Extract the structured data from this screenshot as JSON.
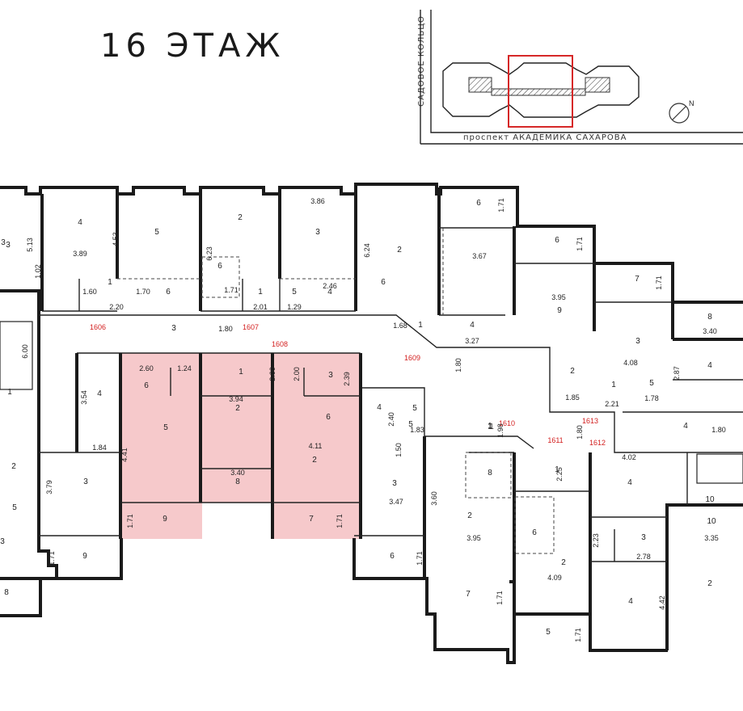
{
  "floor": {
    "title": "16 ЭТАЖ"
  },
  "site": {
    "street_ring": "САДОВОЕ КОЛЬЦО",
    "street_avenue": "проспект АКАДЕМИКА САХАРОВА",
    "north_label": "N",
    "highlight_color": "#d62828"
  },
  "selected_unit": {
    "id": "1608",
    "fill": "#f6c9cb"
  },
  "apartments": [
    {
      "id": "1606",
      "label": "1606"
    },
    {
      "id": "1607",
      "label": "1607"
    },
    {
      "id": "1608",
      "label": "1608"
    },
    {
      "id": "1609",
      "label": "1609"
    },
    {
      "id": "1610",
      "label": "1610"
    },
    {
      "id": "1611",
      "label": "1611"
    },
    {
      "id": "1612",
      "label": "1612"
    },
    {
      "id": "1613",
      "label": "1613"
    }
  ],
  "room_numbers": [
    {
      "t": "3"
    },
    {
      "t": "4"
    },
    {
      "t": "5"
    },
    {
      "t": "2"
    },
    {
      "t": "3"
    },
    {
      "t": "2"
    },
    {
      "t": "6"
    },
    {
      "t": "1"
    },
    {
      "t": "6"
    },
    {
      "t": "6"
    },
    {
      "t": "1"
    },
    {
      "t": "5"
    },
    {
      "t": "4"
    },
    {
      "t": "6"
    },
    {
      "t": "1"
    },
    {
      "t": "3"
    },
    {
      "t": "4"
    },
    {
      "t": "5"
    },
    {
      "t": "6"
    },
    {
      "t": "7"
    },
    {
      "t": "8"
    },
    {
      "t": "9"
    },
    {
      "t": "3"
    },
    {
      "t": "4"
    },
    {
      "t": "2"
    },
    {
      "t": "1"
    },
    {
      "t": "5"
    },
    {
      "t": "1"
    },
    {
      "t": "3"
    },
    {
      "t": "4"
    },
    {
      "t": "6"
    },
    {
      "t": "5"
    },
    {
      "t": "1"
    },
    {
      "t": "3"
    },
    {
      "t": "10"
    },
    {
      "t": "4"
    },
    {
      "t": "2"
    },
    {
      "t": "8"
    },
    {
      "t": "9"
    },
    {
      "t": "7"
    },
    {
      "t": "4"
    },
    {
      "t": "5"
    },
    {
      "t": "3"
    },
    {
      "t": "1"
    },
    {
      "t": "8"
    },
    {
      "t": "2"
    },
    {
      "t": "6"
    },
    {
      "t": "7"
    },
    {
      "t": "1"
    },
    {
      "t": "4"
    },
    {
      "t": "1"
    },
    {
      "t": "2"
    },
    {
      "t": "3"
    },
    {
      "t": "6"
    },
    {
      "t": "5"
    },
    {
      "t": "10"
    },
    {
      "t": "2"
    },
    {
      "t": "4"
    },
    {
      "t": "2"
    },
    {
      "t": "3"
    },
    {
      "t": "9"
    },
    {
      "t": "5"
    },
    {
      "t": "8"
    },
    {
      "t": "1"
    },
    {
      "t": "3"
    },
    {
      "t": "2"
    },
    {
      "t": "6"
    }
  ],
  "dimensions": [
    {
      "t": "5.13"
    },
    {
      "t": "3.89"
    },
    {
      "t": "4.53"
    },
    {
      "t": "1.02"
    },
    {
      "t": "1.60"
    },
    {
      "t": "1.70"
    },
    {
      "t": "2.20"
    },
    {
      "t": "6.23"
    },
    {
      "t": "1.71"
    },
    {
      "t": "2.01"
    },
    {
      "t": "3.86"
    },
    {
      "t": "2.46"
    },
    {
      "t": "1.29"
    },
    {
      "t": "6.24"
    },
    {
      "t": "1.80"
    },
    {
      "t": "1.68"
    },
    {
      "t": "3.67"
    },
    {
      "t": "3.27"
    },
    {
      "t": "1.71"
    },
    {
      "t": "1.71"
    },
    {
      "t": "1.71"
    },
    {
      "t": "3.95"
    },
    {
      "t": "1.80"
    },
    {
      "t": "4.08"
    },
    {
      "t": "3.40"
    },
    {
      "t": "2.87"
    },
    {
      "t": "1.85"
    },
    {
      "t": "2.21"
    },
    {
      "t": "1.78"
    },
    {
      "t": "6.00"
    },
    {
      "t": "2.60"
    },
    {
      "t": "1.24"
    },
    {
      "t": "2.00"
    },
    {
      "t": "2.00"
    },
    {
      "t": "2.39"
    },
    {
      "t": "3.94"
    },
    {
      "t": "4.11"
    },
    {
      "t": "3.54"
    },
    {
      "t": "1.84"
    },
    {
      "t": "4.41"
    },
    {
      "t": "3.40"
    },
    {
      "t": "1.71"
    },
    {
      "t": "1.71"
    },
    {
      "t": "2.40"
    },
    {
      "t": "1.83"
    },
    {
      "t": "1.50"
    },
    {
      "t": "3.47"
    },
    {
      "t": "3.60"
    },
    {
      "t": "1.98"
    },
    {
      "t": "1.80"
    },
    {
      "t": "4.02"
    },
    {
      "t": "1.80"
    },
    {
      "t": "2.25"
    },
    {
      "t": "3.95"
    },
    {
      "t": "3.35"
    },
    {
      "t": "2.23"
    },
    {
      "t": "2.78"
    },
    {
      "t": "4.09"
    },
    {
      "t": "4.42"
    },
    {
      "t": "3.79"
    },
    {
      "t": "1.71"
    },
    {
      "t": "1.71"
    },
    {
      "t": "1.71"
    },
    {
      "t": "1.71"
    }
  ]
}
